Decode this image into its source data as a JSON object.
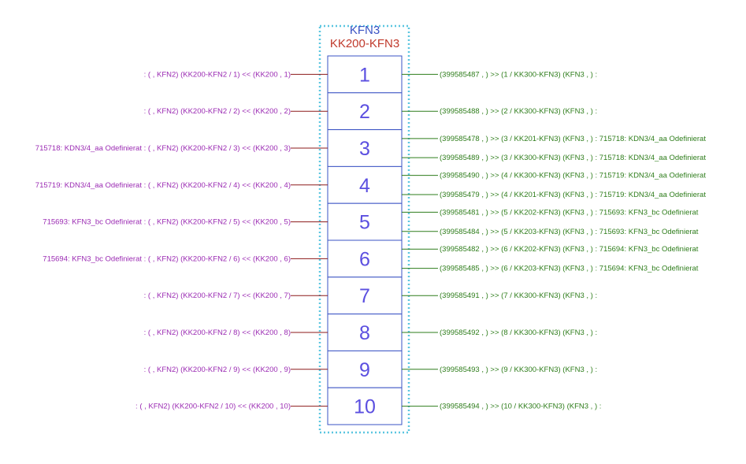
{
  "header": {
    "title": "KFN3",
    "subtitle": "KK200-KFN3"
  },
  "colors": {
    "title": "#3a53c4",
    "subtitle": "#c0392b",
    "frame": "#5bc6e0",
    "cell_border": "#3a53c4",
    "cell_number": "#5b4fe0",
    "left_text": "#9b2bb3",
    "left_line": "#8b1a1a",
    "right_text": "#2e7d1b",
    "right_line": "#2e7d1b"
  },
  "terminals": [
    {
      "number": "1",
      "left": ":  ( , KFN2)  (KK200-KFN2 / 1) << (KK200 ,  1)",
      "right": [
        "(399585487 ,  )  >> (1 / KK300-KFN3)  (KFN3 , )  :"
      ]
    },
    {
      "number": "2",
      "left": ":  ( , KFN2)  (KK200-KFN2 / 2) << (KK200 ,  2)",
      "right": [
        "(399585488 ,  )  >> (2 / KK300-KFN3)  (KFN3 , )  :"
      ]
    },
    {
      "number": "3",
      "left": "715718: KDN3/4_aa Odefinierat :  ( , KFN2)  (KK200-KFN2 / 3) << (KK200 ,  3)",
      "right": [
        "(399585478 ,  )  >> (3 / KK201-KFN3)  (KFN3 , )  : 715718: KDN3/4_aa Odefinierat",
        "(399585489 ,  )  >> (3 / KK300-KFN3)  (KFN3 , )  : 715718: KDN3/4_aa Odefinierat"
      ]
    },
    {
      "number": "4",
      "left": "715719: KDN3/4_aa Odefinierat :  ( , KFN2)  (KK200-KFN2 / 4) << (KK200 ,  4)",
      "right": [
        "(399585490 ,  )  >> (4 / KK300-KFN3)  (KFN3 , )  : 715719: KDN3/4_aa Odefinierat",
        "(399585479 ,  )  >> (4 / KK201-KFN3)  (KFN3 , )  : 715719: KDN3/4_aa Odefinierat"
      ]
    },
    {
      "number": "5",
      "left": "715693: KFN3_bc Odefinierat :  ( , KFN2)  (KK200-KFN2 / 5) << (KK200 ,  5)",
      "right": [
        "(399585481 ,  )  >> (5 / KK202-KFN3)  (KFN3 , )  : 715693: KFN3_bc Odefinierat",
        "(399585484 ,  )  >> (5 / KK203-KFN3)  (KFN3 , )  : 715693: KFN3_bc Odefinierat"
      ]
    },
    {
      "number": "6",
      "left": "715694: KFN3_bc Odefinierat :  ( , KFN2)  (KK200-KFN2 / 6) << (KK200 ,  6)",
      "right": [
        "(399585482 ,  )  >> (6 / KK202-KFN3)  (KFN3 , )  : 715694: KFN3_bc Odefinierat",
        "(399585485 ,  )  >> (6 / KK203-KFN3)  (KFN3 , )  : 715694: KFN3_bc Odefinierat"
      ]
    },
    {
      "number": "7",
      "left": ":  ( , KFN2)  (KK200-KFN2 / 7) << (KK200 ,  7)",
      "right": [
        "(399585491 ,  )  >> (7 / KK300-KFN3)  (KFN3 , )  :"
      ]
    },
    {
      "number": "8",
      "left": ":  ( , KFN2)  (KK200-KFN2 / 8) << (KK200 ,  8)",
      "right": [
        "(399585492 ,  )  >> (8 / KK300-KFN3)  (KFN3 , )  :"
      ]
    },
    {
      "number": "9",
      "left": ":  ( , KFN2)  (KK200-KFN2 / 9) << (KK200 ,  9)",
      "right": [
        "(399585493 ,  )  >> (9 / KK300-KFN3)  (KFN3 , )  :"
      ]
    },
    {
      "number": "10",
      "left": ":  ( , KFN2)  (KK200-KFN2 / 10) << (KK200 ,  10)",
      "right": [
        "(399585494 ,  )  >> (10 / KK300-KFN3)  (KFN3 , )  :"
      ]
    }
  ]
}
